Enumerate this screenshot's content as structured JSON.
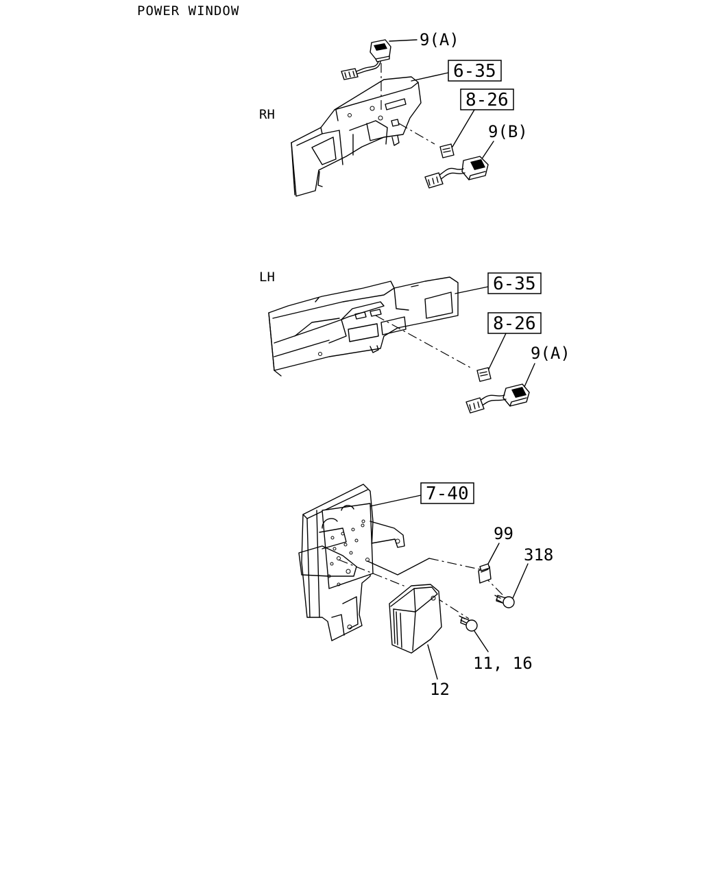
{
  "title": "POWER WINDOW",
  "sections": {
    "rh": {
      "side_label": "RH",
      "callouts": {
        "switch_a": "9(A)",
        "switch_b": "9(B)"
      },
      "refs": {
        "panel": "6-35",
        "bezel": "8-26"
      }
    },
    "lh": {
      "side_label": "LH",
      "callouts": {
        "switch_a": "9(A)"
      },
      "refs": {
        "panel": "6-35",
        "bezel": "8-26"
      }
    },
    "module": {
      "refs": {
        "bracket": "7-40"
      },
      "callouts": {
        "relay": "99",
        "screw_relay": "318",
        "screw_unit": "11, 16",
        "control_unit": "12"
      }
    }
  },
  "icons": [
    "switch-icon",
    "connector-icon",
    "bezel-icon",
    "relay-icon",
    "screw-icon",
    "control-unit-icon",
    "bracket-icon",
    "panel-icon"
  ]
}
